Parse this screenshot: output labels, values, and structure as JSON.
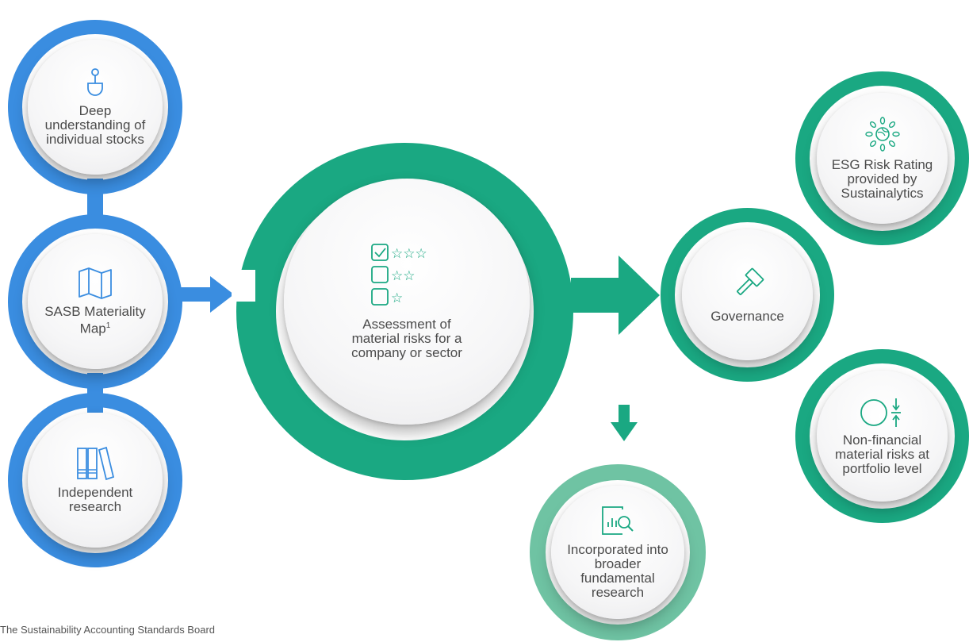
{
  "colors": {
    "blue": "#3a8de0",
    "green": "#1aa882",
    "light_green": "#6fc3a3"
  },
  "nodes": {
    "deep_understanding": {
      "label": "Deep understanding of individual stocks",
      "icon": "shovel-icon"
    },
    "sasb_map": {
      "label": "SASB Materiality Map",
      "sup": "1",
      "icon": "map-icon"
    },
    "independent_research": {
      "label": "Independent research",
      "icon": "books-icon"
    },
    "assessment": {
      "label": "Assessment of material risks for a company or sector",
      "icon": "star-rating-checklist-icon"
    },
    "esg_rating": {
      "label": "ESG Risk Rating provided by Sustainalytics",
      "icon": "globe-leaves-icon"
    },
    "governance": {
      "label": "Governance",
      "icon": "gavel-icon"
    },
    "non_financial": {
      "label": "Non-financial material risks at portfolio level",
      "icon": "circle-compress-icon"
    },
    "incorporated": {
      "label": "Incorporated into broader fundamental research",
      "icon": "chart-magnifier-icon"
    }
  },
  "footnote": "The Sustainability Accounting Standards Board"
}
